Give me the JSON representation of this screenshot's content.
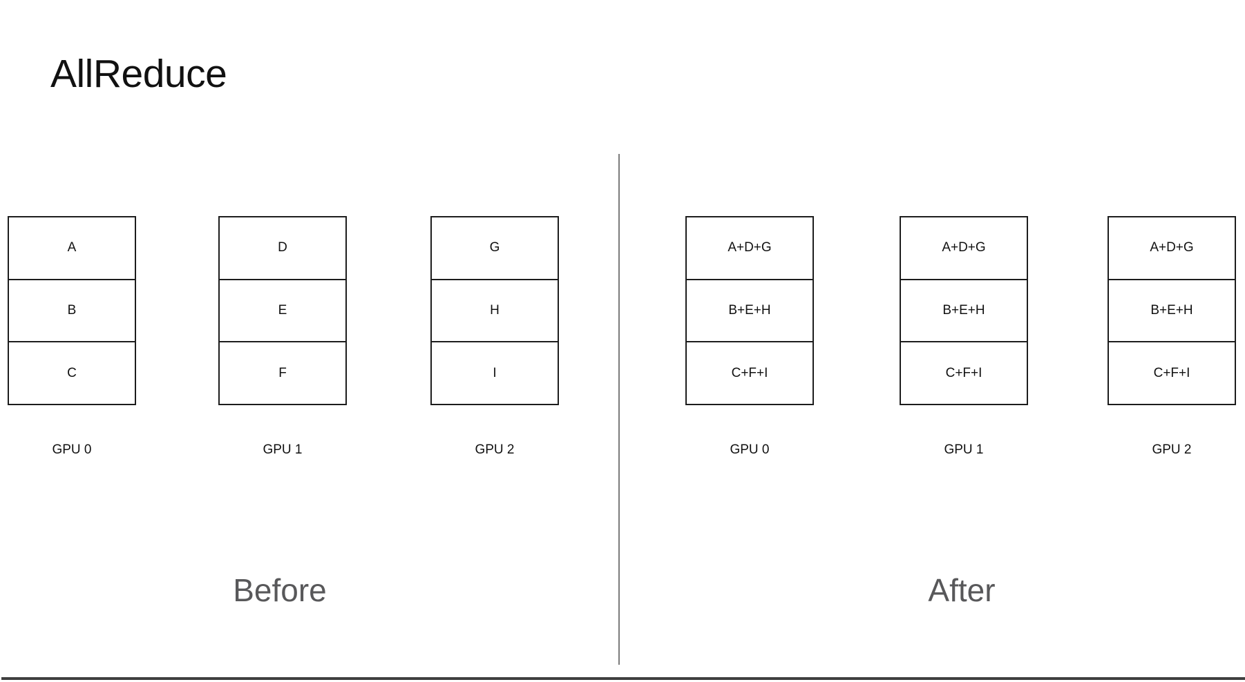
{
  "title": "AllReduce",
  "panels": [
    {
      "caption": "Before",
      "gpus": [
        {
          "label": "GPU 0",
          "cells": [
            "A",
            "B",
            "C"
          ]
        },
        {
          "label": "GPU 1",
          "cells": [
            "D",
            "E",
            "F"
          ]
        },
        {
          "label": "GPU 2",
          "cells": [
            "G",
            "H",
            "I"
          ]
        }
      ]
    },
    {
      "caption": "After",
      "gpus": [
        {
          "label": "GPU 0",
          "cells": [
            "A+D+G",
            "B+E+H",
            "C+F+I"
          ]
        },
        {
          "label": "GPU 1",
          "cells": [
            "A+D+G",
            "B+E+H",
            "C+F+I"
          ]
        },
        {
          "label": "GPU 2",
          "cells": [
            "A+D+G",
            "B+E+H",
            "C+F+I"
          ]
        }
      ]
    }
  ],
  "colors": {
    "box_border": "#1c1c1c",
    "caption_gray": "#58585a",
    "divider_gray": "#7b7b7b",
    "bottom_rule_gray": "#3f3f3f"
  }
}
